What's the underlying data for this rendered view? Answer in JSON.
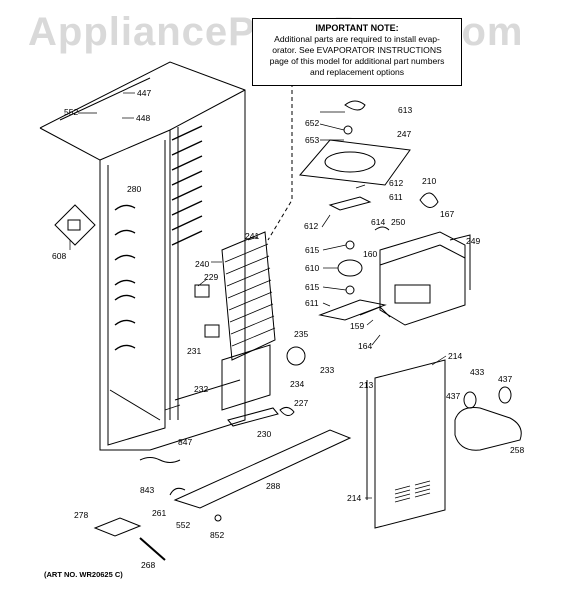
{
  "watermark": "AppliancePartsPros.com",
  "note": {
    "title": "IMPORTANT NOTE:",
    "lines": [
      "Additional parts are required to install evap-",
      "orator. See EVAPORATOR INSTRUCTIONS",
      "page of this model for additional part numbers",
      "and replacement options"
    ]
  },
  "art_number": "(ART NO. WR20625 C)",
  "part_labels": {
    "p447": "447",
    "p552a": "552",
    "p448": "448",
    "p280": "280",
    "p608": "608",
    "p241": "241",
    "p240": "240",
    "p229": "229",
    "p231": "231",
    "p232": "232",
    "p235": "235",
    "p233": "233",
    "p234": "234",
    "p230": "230",
    "p227": "227",
    "p847": "847",
    "p843": "843",
    "p261": "261",
    "p552b": "552",
    "p288": "288",
    "p278": "278",
    "p268": "268",
    "p852": "852",
    "p613": "613",
    "p652": "652",
    "p653": "653",
    "p247": "247",
    "p612a": "612",
    "p611a": "611",
    "p612b": "612",
    "p614": "614",
    "p210": "210",
    "p167": "167",
    "p250": "250",
    "p249": "249",
    "p615a": "615",
    "p610": "610",
    "p160": "160",
    "p615b": "615",
    "p611b": "611",
    "p159": "159",
    "p164": "164",
    "p214a": "214",
    "p213": "213",
    "p433": "433",
    "p437a": "437",
    "p437b": "437",
    "p258": "258",
    "p214b": "214"
  }
}
